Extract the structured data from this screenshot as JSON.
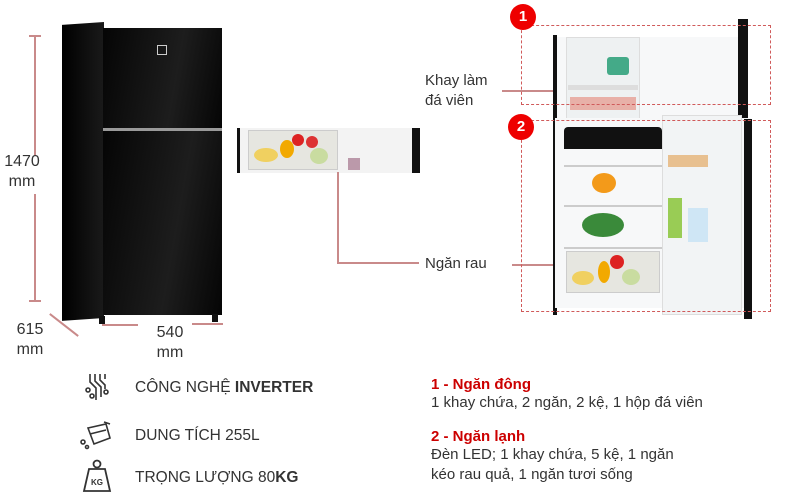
{
  "dimensions": {
    "height_value": "1470",
    "height_unit": "mm",
    "depth_value": "615",
    "depth_unit": "mm",
    "width_value": "540",
    "width_unit": "mm"
  },
  "callouts": {
    "ice_tray": "Khay làm\nđá viên",
    "ice_tray_line1": "Khay làm",
    "ice_tray_line2": "đá viên",
    "crisper": "Ngăn rau"
  },
  "zones": [
    {
      "number": "1"
    },
    {
      "number": "2"
    }
  ],
  "features": [
    {
      "icon": "inverter-circuit-icon",
      "text": "CÔNG NGHỆ ",
      "bold": "INVERTER"
    },
    {
      "icon": "capacity-container-icon",
      "text": "DUNG TÍCH 255L",
      "bold": ""
    },
    {
      "icon": "weight-kg-icon",
      "text": "TRỌNG LƯỢNG 80",
      "bold": "KG",
      "icon_label": "KG"
    }
  ],
  "sections": [
    {
      "title": "1 - Ngăn đông",
      "body": [
        "1 khay chứa, 2 ngăn, 2 kệ, 1 hộp đá viên"
      ]
    },
    {
      "title": "2 - Ngăn lạnh",
      "body": [
        "Đèn LED; 1 khay chứa, 5 kệ, 1 ngăn",
        "kéo rau quả, 1 ngăn tươi sống"
      ]
    }
  ],
  "colors": {
    "accent": "#cc0000",
    "dim_line": "#c98a8a"
  }
}
